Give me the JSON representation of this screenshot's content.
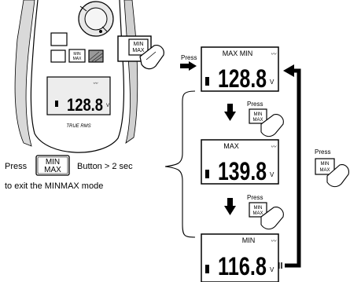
{
  "instruction": {
    "press": "Press",
    "button_suffix": "Button > 2 sec",
    "line2": "to exit the MINMAX mode"
  },
  "button_label": {
    "line1": "MIN",
    "line2": "MAX"
  },
  "meter": {
    "display_value": "128.8",
    "unit": "V",
    "footer": "TRUE RMS"
  },
  "steps": {
    "press_label": "Press",
    "screens": [
      {
        "mode": "MAX MIN",
        "value": "128.8",
        "unit": "V"
      },
      {
        "mode": "MAX",
        "value": "139.8",
        "unit": "V"
      },
      {
        "mode": "MIN",
        "value": "116.8",
        "unit": "V"
      }
    ]
  },
  "icons": {
    "finger": "pressing-finger-icon",
    "battery": "battery-icon",
    "range": "auto-range-icon",
    "down_arrow": "down-arrow-icon",
    "right_arrow": "right-arrow-icon"
  }
}
